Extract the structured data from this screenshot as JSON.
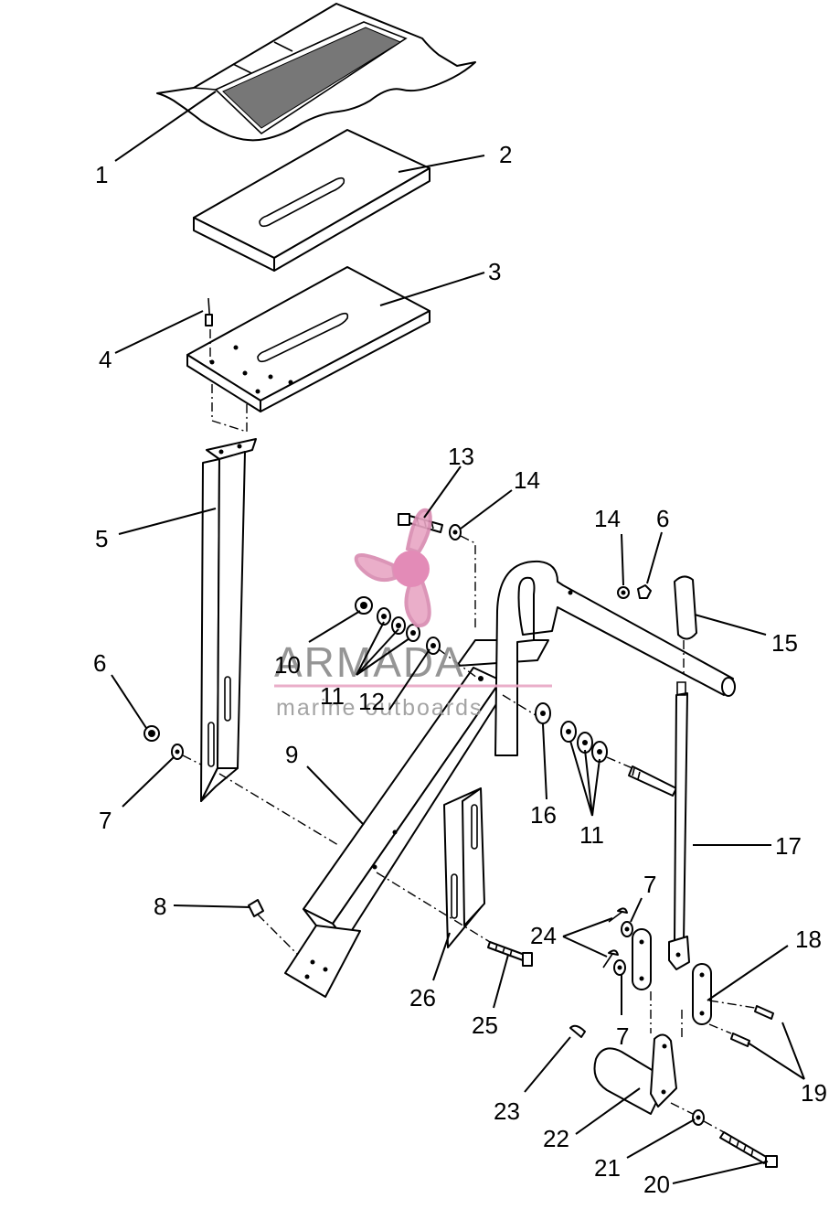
{
  "diagram": {
    "callouts": [
      {
        "id": "c1",
        "text": "1"
      },
      {
        "id": "c2",
        "text": "2"
      },
      {
        "id": "c3",
        "text": "3"
      },
      {
        "id": "c4",
        "text": "4"
      },
      {
        "id": "c5",
        "text": "5"
      },
      {
        "id": "c6a",
        "text": "6"
      },
      {
        "id": "c6b",
        "text": "6"
      },
      {
        "id": "c7a",
        "text": "7"
      },
      {
        "id": "c7b",
        "text": "7"
      },
      {
        "id": "c7c",
        "text": "7"
      },
      {
        "id": "c8",
        "text": "8"
      },
      {
        "id": "c9",
        "text": "9"
      },
      {
        "id": "c10",
        "text": "10"
      },
      {
        "id": "c11a",
        "text": "11"
      },
      {
        "id": "c11b",
        "text": "11"
      },
      {
        "id": "c12",
        "text": "12"
      },
      {
        "id": "c13",
        "text": "13"
      },
      {
        "id": "c14a",
        "text": "14"
      },
      {
        "id": "c14b",
        "text": "14"
      },
      {
        "id": "c15",
        "text": "15"
      },
      {
        "id": "c16",
        "text": "16"
      },
      {
        "id": "c17",
        "text": "17"
      },
      {
        "id": "c18",
        "text": "18"
      },
      {
        "id": "c19",
        "text": "19"
      },
      {
        "id": "c20",
        "text": "20"
      },
      {
        "id": "c21",
        "text": "21"
      },
      {
        "id": "c22",
        "text": "22"
      },
      {
        "id": "c23",
        "text": "23"
      },
      {
        "id": "c24",
        "text": "24"
      },
      {
        "id": "c25",
        "text": "25"
      },
      {
        "id": "c26",
        "text": "26"
      }
    ]
  },
  "watermark": {
    "name": "ARMADA",
    "tagline": "marine outboards",
    "logo_color": "#e8a6c4",
    "text_color": "#8a8a8a",
    "icon": "propeller-logo-icon"
  }
}
